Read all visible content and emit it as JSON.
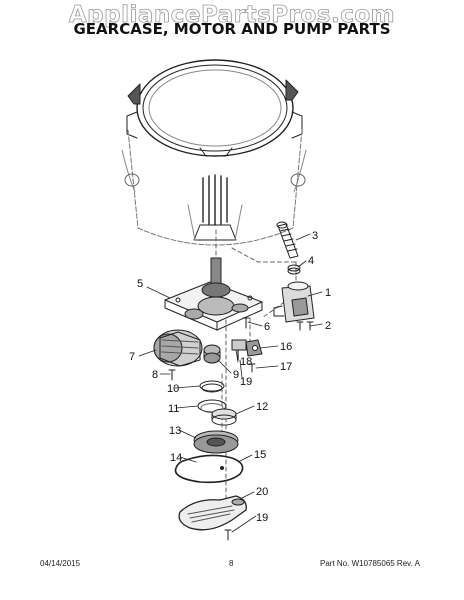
{
  "header": {
    "watermark": "AppliancePartsPros.com",
    "title": "GEARCASE, MOTOR AND PUMP PARTS"
  },
  "callouts": {
    "c1": "1",
    "c2": "2",
    "c3": "3",
    "c4": "4",
    "c5": "5",
    "c6": "6",
    "c7": "7",
    "c8": "8",
    "c9": "9",
    "c10": "10",
    "c11": "11",
    "c12": "12",
    "c13": "13",
    "c14": "14",
    "c15": "15",
    "c16": "16",
    "c17": "17",
    "c18": "18",
    "c19a": "19",
    "c19b": "19",
    "c20": "20"
  },
  "footer": {
    "date": "04/14/2015",
    "page": "8",
    "part": "Part No. W10785065  Rev. A"
  }
}
